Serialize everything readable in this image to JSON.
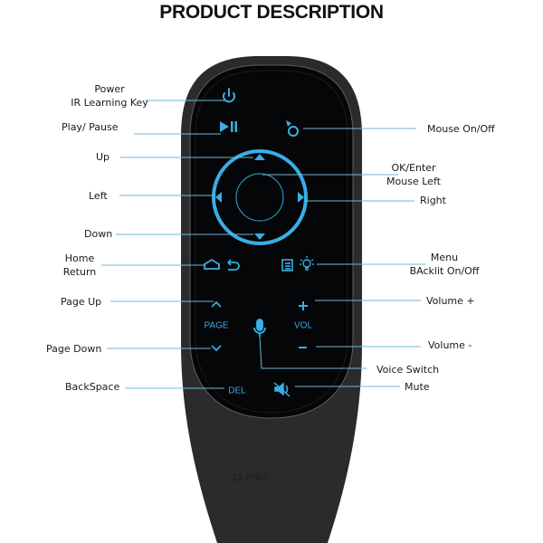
{
  "title": "PRODUCT DESCRIPTION",
  "colors": {
    "accent": "#38aee6",
    "leader_line": "#6fb8d6",
    "body": "#2b2b2d",
    "face": "#050607",
    "text": "#1a1a1a"
  },
  "remote": {
    "keys": {
      "page": "PAGE",
      "vol": "VOL",
      "del": "DEL"
    },
    "logo": "10 PRO"
  },
  "labels": {
    "power": [
      "Power",
      "IR Learning Key"
    ],
    "play_pause": "Play/ Pause",
    "mouse": "Mouse On/Off",
    "up": "Up",
    "ok": [
      "OK/Enter",
      "Mouse Left"
    ],
    "left": "Left",
    "right": "Right",
    "down": "Down",
    "home": [
      "Home",
      "Return"
    ],
    "menu": [
      "Menu",
      "BAcklit On/Off"
    ],
    "page_up": "Page Up",
    "volume_up": "Volume +",
    "page_down": "Page Down",
    "volume_down": "Volume -",
    "voice": "Voice Switch",
    "backspace": "BackSpace",
    "mute": "Mute"
  }
}
